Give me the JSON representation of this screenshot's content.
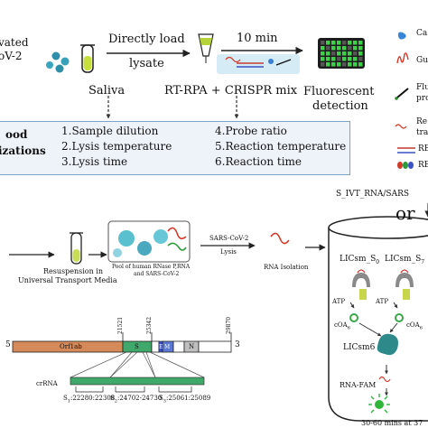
{
  "top": {
    "left_label_line1": "vated",
    "left_label_line2": "oV-2",
    "arrow_direct_load_line1": "Directly load",
    "arrow_direct_load_line2": "lysate",
    "arrow_time": "10 min",
    "saliva": "Saliva",
    "mix": "RT-RPA + CRISPR mix",
    "fluor_line1": "Fluorescent",
    "fluor_line2": "detection",
    "legend": [
      "Ca",
      "Gu",
      "Flu",
      "pro",
      "Re",
      "tra",
      "RE",
      "RE"
    ],
    "opt_label_line1": "ood",
    "opt_label_line2": "izations",
    "options_left": [
      "1.Sample dilution",
      "2.Lysis temperature",
      "3.Lysis time"
    ],
    "options_right": [
      "4.Probe ratio",
      "5.Reaction temperature",
      "6.Reaction time"
    ]
  },
  "bottom": {
    "ivt_label": "S_IVT_RNA/SARS",
    "or": "or",
    "resuspension_line1": "Resuspension in",
    "resuspension_line2": "Universal Transport Media",
    "pool_line1": "Pool of human RNase P,RNA",
    "pool_line2": "and SARS-CoV-2",
    "sars_arrow_top": "SARS-CoV-2",
    "sars_arrow_bottom": "Lysis",
    "rna_isolation": "RNA Isolation",
    "licsm_left": "LICsm_S",
    "licsm_left_sub": "0",
    "licsm_right": "LICsm_S",
    "licsm_right_sub": "7",
    "atp_left": "ATP",
    "atp_right": "ATP",
    "coa_left": "cOA",
    "coa_left_sub": "6",
    "coa_right": "cOA",
    "coa_right_sub": "6",
    "licsm6": "LICsm6",
    "rna_fam": "RNA-FAM",
    "time": "30-60 mins at 37",
    "genome_5": "5",
    "genome_3": "3",
    "orf1ab": "Orf1ab",
    "s_label": "S",
    "e_label": "E",
    "m_label": "M",
    "n_label": "N",
    "pos1": "21521",
    "pos2": "25342",
    "pos3": "29870",
    "crrna": "crRNA",
    "s1": "S",
    "s1_sub": "1",
    "s1_range": ":22280:22308",
    "s2": "S",
    "s2_sub": "2",
    "s2_range": ":24702-24730",
    "s3": "S",
    "s3_sub": "3",
    "s3_range": ":25061:25089"
  }
}
